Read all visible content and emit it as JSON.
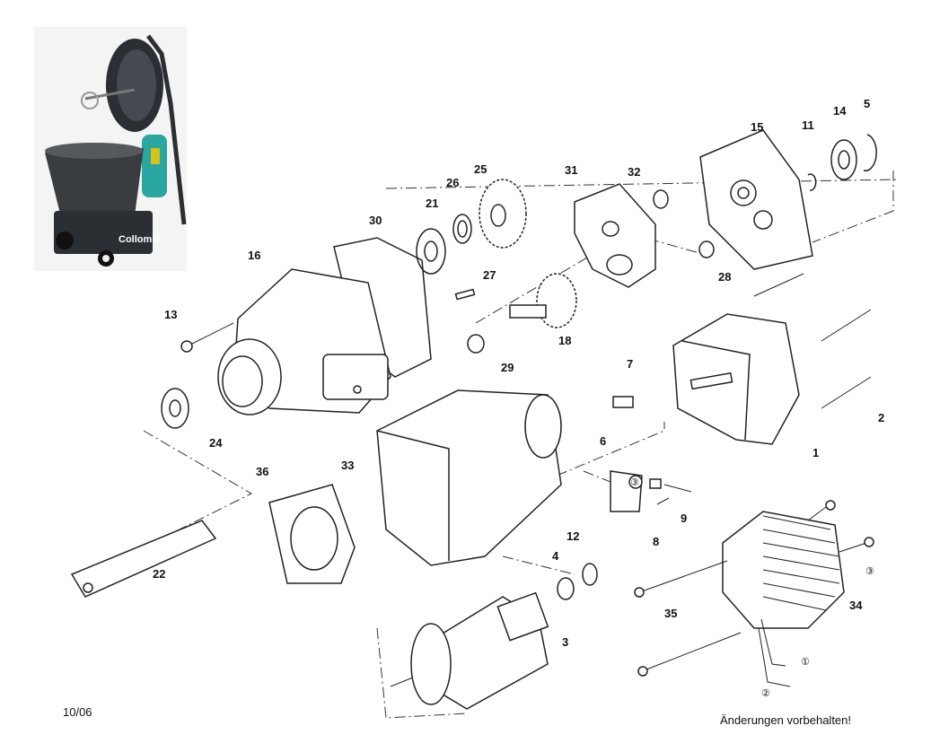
{
  "product_photo": {
    "brand_label": "Collomix"
  },
  "parts": [
    {
      "label": "1"
    },
    {
      "label": "2"
    },
    {
      "label": "3"
    },
    {
      "label": "4"
    },
    {
      "label": "5"
    },
    {
      "label": "6"
    },
    {
      "label": "7"
    },
    {
      "label": "8"
    },
    {
      "label": "9"
    },
    {
      "label": "11"
    },
    {
      "label": "12"
    },
    {
      "label": "13"
    },
    {
      "label": "14"
    },
    {
      "label": "15"
    },
    {
      "label": "16"
    },
    {
      "label": "18"
    },
    {
      "label": "21"
    },
    {
      "label": "22"
    },
    {
      "label": "24"
    },
    {
      "label": "25"
    },
    {
      "label": "26"
    },
    {
      "label": "27"
    },
    {
      "label": "28"
    },
    {
      "label": "29"
    },
    {
      "label": "30"
    },
    {
      "label": "31"
    },
    {
      "label": "32"
    },
    {
      "label": "33"
    },
    {
      "label": "34"
    },
    {
      "label": "35"
    },
    {
      "label": "36"
    }
  ],
  "wire_markers": [
    "①",
    "②",
    "③"
  ],
  "footer": {
    "date": "10/06",
    "note": "Änderungen vorbehalten!"
  },
  "colors": {
    "housing_teal": "#2aa6a0",
    "frame_dark": "#2b2f33",
    "bucket": "#3a3d40"
  }
}
